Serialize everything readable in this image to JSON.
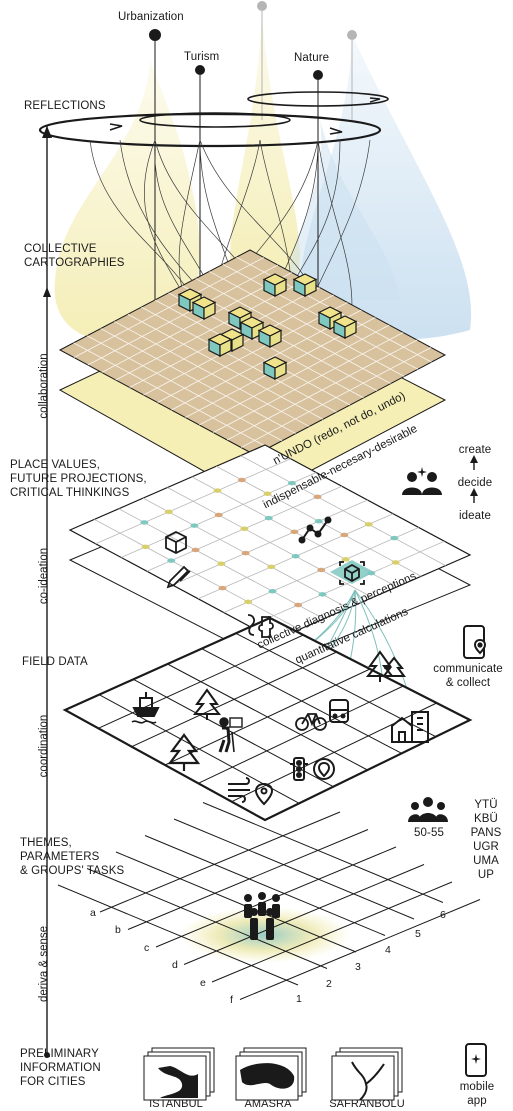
{
  "top_nodes": {
    "urbanization": "Urbanization",
    "turism": "Turism",
    "nature": "Nature"
  },
  "left_labels": {
    "reflections": "REFLECTIONS",
    "collective_cartographies": "COLLECTIVE\nCARTOGRAPHIES",
    "place_values": "PLACE VALUES,\nFUTURE PROJECTIONS,\nCRITICAL THINKINGS",
    "field_data": "FIELD DATA",
    "themes": "THEMES,\nPARAMETERS\n& GROUPS' TASKS",
    "preliminary": "PRELIMINARY\nINFORMATION\nFOR CITIES"
  },
  "phases": {
    "collaboration": "collaboration",
    "co_ideation": "co-ideation",
    "coordination": "coordination",
    "deriva_sense": "deriva & sense"
  },
  "layer_texts": {
    "nundo": "n'UNDO (redo, not do, undo)",
    "indispensable": "indispensable-necesary-desirable",
    "collective_diagnosis": "collective diagnosis & perceptions",
    "quantitative": "quantitative calculations"
  },
  "right_labels": {
    "create": "create",
    "decide": "decide",
    "ideate": "ideate",
    "communicate": "communicate\n& collect",
    "group_count": "50-55",
    "institutions": "YTÜ\nKBÜ\nPANS\nUGR\nUMA\nUP",
    "mobile_app": "mobile\napp"
  },
  "grid_letters": [
    "a",
    "b",
    "c",
    "d",
    "e",
    "f"
  ],
  "grid_numbers": [
    "1",
    "2",
    "3",
    "4",
    "5",
    "6"
  ],
  "cities": [
    "ISTANBUL",
    "AMASRA",
    "SAFRANBOLU"
  ],
  "colors": {
    "yellow": "#f3ecae",
    "blue": "#c9dff0",
    "tan": "#d8c09a",
    "teal": "#7fc8c0",
    "orange": "#d8a67a",
    "ink": "#1a1a1a"
  }
}
